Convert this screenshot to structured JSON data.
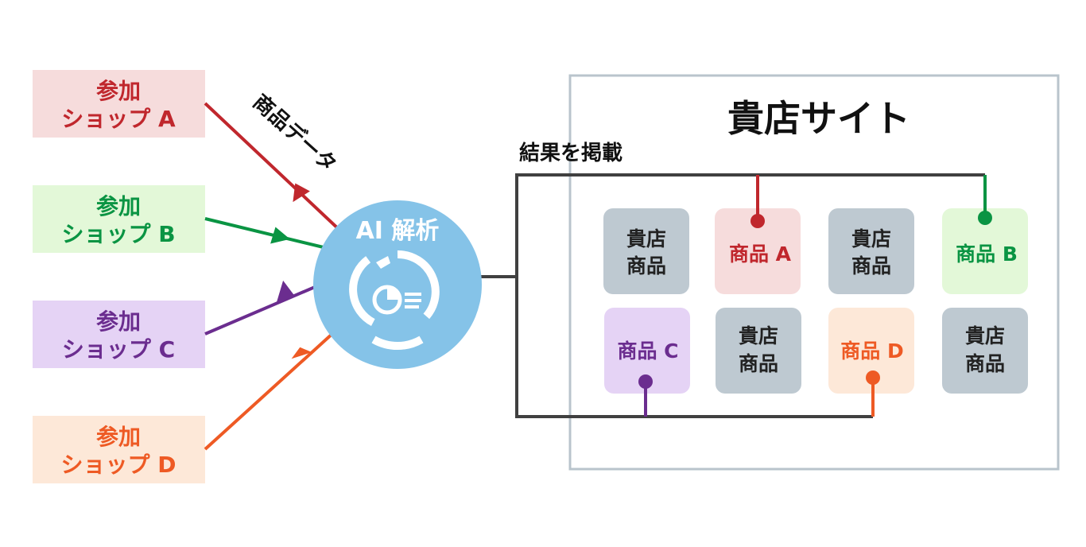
{
  "colors": {
    "shop_a": "#c0272d",
    "shop_b": "#0a9443",
    "shop_c": "#6b2d8f",
    "shop_d": "#ee5a24",
    "ai_circle": "#85c3e8",
    "frame": "#404040",
    "site_border": "#b9c4cc",
    "own_product": "#bec9d1"
  },
  "shops": [
    {
      "line1": "参加",
      "line2": "ショップ A",
      "color": "#c0272d",
      "bg": "#f6dcdc"
    },
    {
      "line1": "参加",
      "line2": "ショップ B",
      "color": "#0a9443",
      "bg": "#e3f8d8"
    },
    {
      "line1": "参加",
      "line2": "ショップ C",
      "color": "#6b2d8f",
      "bg": "#e5d3f5"
    },
    {
      "line1": "参加",
      "line2": "ショップ D",
      "color": "#ee5a24",
      "bg": "#fde8d8"
    }
  ],
  "labels": {
    "product_data": "商品データ",
    "ai": "AI 解析",
    "publish": "結果を掲載",
    "site_title": "貴店サイト"
  },
  "own_product": {
    "line1": "貴店",
    "line2": "商品"
  },
  "products": {
    "a": {
      "label": "商品 A"
    },
    "b": {
      "label": "商品 B"
    },
    "c": {
      "label": "商品 C"
    },
    "d": {
      "label": "商品 D"
    }
  },
  "icons": {
    "ai": "ai-analysis-icon"
  }
}
